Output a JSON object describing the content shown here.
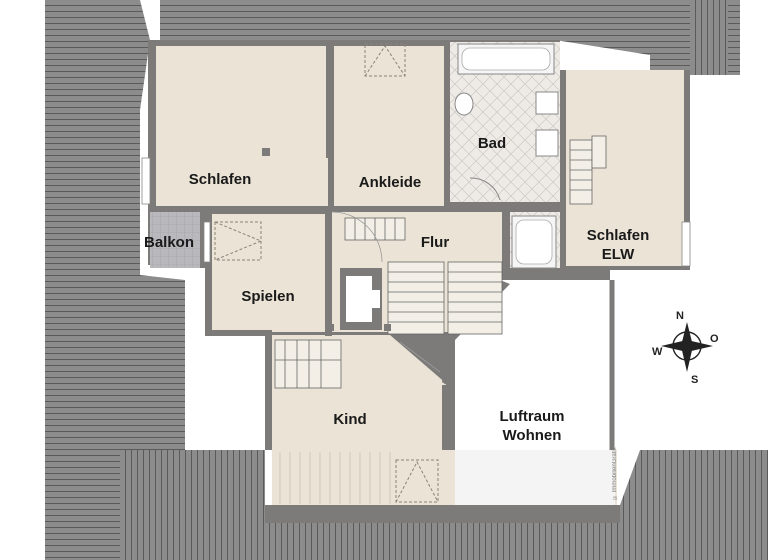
{
  "rooms": {
    "schlafen": "Schlafen",
    "ankleide": "Ankleide",
    "bad": "Bad",
    "schlafen_elw": "Schlafen\nELW",
    "balkon": "Balkon",
    "flur": "Flur",
    "spielen": "Spielen",
    "kind": "Kind",
    "luftraum": "Luftraum\nWohnen"
  },
  "compass": {
    "n": "N",
    "o": "O",
    "s": "S",
    "w": "W"
  },
  "watermark": "© ImmobilienGrafik",
  "colors": {
    "roof": "#8a8a8a",
    "roof_line": "#5c5c5c",
    "wall": "#7d7b79",
    "floor": "#ebe4d6",
    "bath_tile": "#ece9e5"
  }
}
